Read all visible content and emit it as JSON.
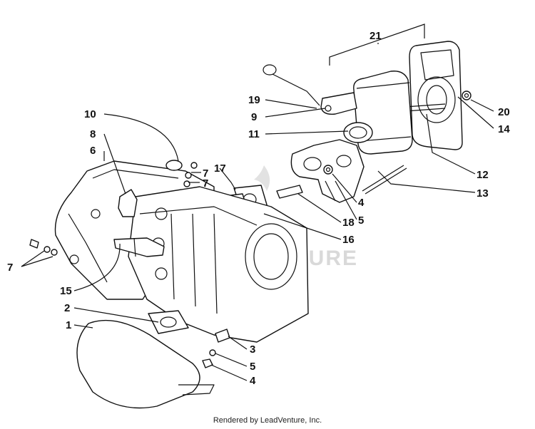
{
  "diagram": {
    "watermark": "LEADVENTURE",
    "callouts": [
      "21",
      "19",
      "9",
      "11",
      "20",
      "14",
      "12",
      "13",
      "10",
      "8",
      "6",
      "17",
      "7",
      "7",
      "4",
      "5",
      "18",
      "16",
      "7",
      "15",
      "2",
      "1",
      "3",
      "5",
      "4"
    ]
  },
  "footer": {
    "text": "Rendered by LeadVenture, Inc."
  }
}
